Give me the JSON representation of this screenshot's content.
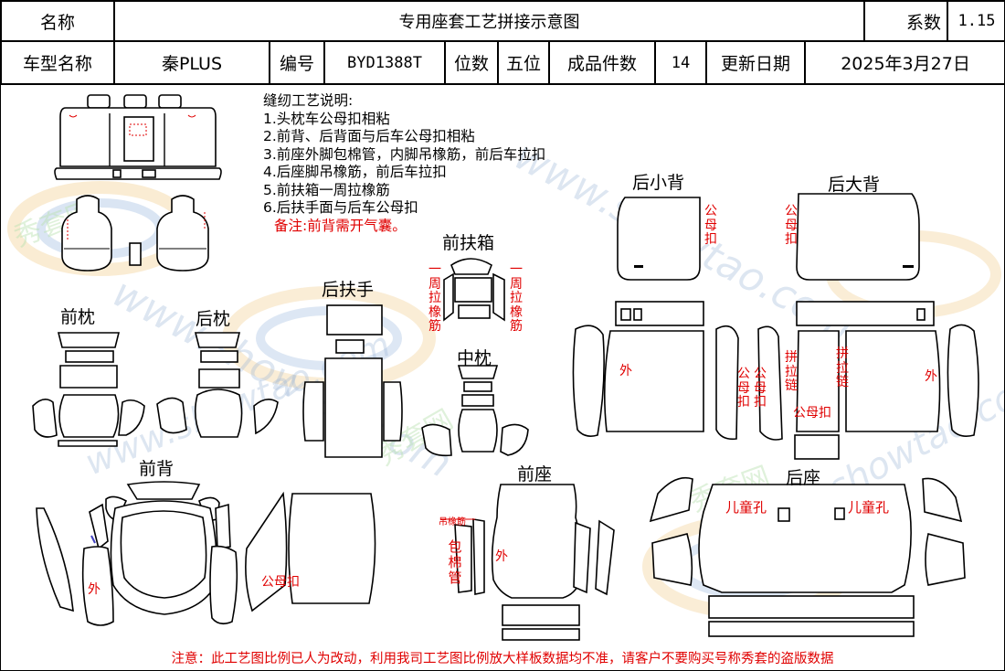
{
  "header": {
    "name_label": "名称",
    "title": "专用座套工艺拼接示意图",
    "coef_label": "系数",
    "coef_value": "1.15",
    "model_label": "车型名称",
    "model_value": "秦PLUS",
    "code_label": "编号",
    "code_value": "BYD1388T",
    "seats_label": "位数",
    "seats_value": "五位",
    "pieces_label": "成品件数",
    "pieces_value": "14",
    "update_label": "更新日期",
    "update_value": "2025年3月27日"
  },
  "instructions": {
    "heading": "缝纫工艺说明:",
    "items": [
      "1.头枕车公母扣相粘",
      "2.前背、后背面与后车公母扣相粘",
      "3.前座外脚包棉管，内脚吊橡筋，前后车拉扣",
      "4.后座脚吊橡筋，前后车拉扣",
      "5.前扶箱一周拉橡筋",
      "6.后扶手面与后车公母扣"
    ],
    "note": "备注:前背需开气囊。"
  },
  "sections": {
    "front_headrest": "前枕",
    "rear_headrest": "后枕",
    "rear_armrest": "后扶手",
    "front_console": "前扶箱",
    "middle_headrest": "中枕",
    "rear_small_back": "后小背",
    "rear_big_back": "后大背",
    "front_back": "前背",
    "front_seat": "前座",
    "rear_seat": "后座"
  },
  "annotations": {
    "snap": "公母扣",
    "around_elastic": "一周拉橡筋",
    "zipper": "拼拉链",
    "outer": "外",
    "elastic_hang": "吊橡筋",
    "foam_tube": "包棉管",
    "child_hole": "儿童孔"
  },
  "footer": "注意：此工艺图比例已人为改动，利用我司工艺图比例放大样板数据均不准，请客户不要购买号称秀套的盗版数据",
  "watermark": {
    "url": "www.showtao.com",
    "brand": "秀套网"
  },
  "colors": {
    "annotation_red": "#e00000",
    "line": "#000000",
    "watermark_blue": "#9fb8d8",
    "watermark_orange": "#f3c98a"
  }
}
